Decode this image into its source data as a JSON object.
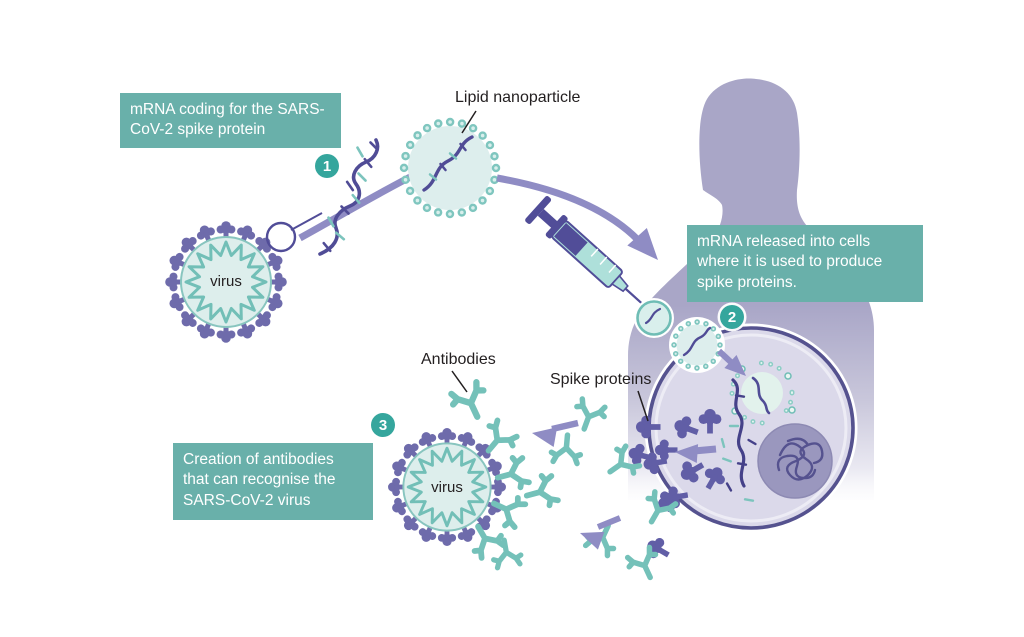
{
  "diagram": {
    "subject": "mRNA vaccine mechanism for SARS-CoV-2",
    "steps": [
      {
        "number": "1",
        "text": "mRNA coding for the SARS-CoV-2 spike protein"
      },
      {
        "number": "2",
        "text": "mRNA released into cells where it is used to produce spike proteins."
      },
      {
        "number": "3",
        "text": "Creation of antibodies that can recognise the SARS-CoV-2 virus"
      }
    ],
    "labels": {
      "lipid_nanoparticle": "Lipid nanoparticle",
      "antibodies": "Antibodies",
      "spike_proteins": "Spike proteins",
      "virus1": "virus",
      "virus2": "virus"
    },
    "colors": {
      "callout_teal": "#69b0aa",
      "badge_teal": "#35a69d",
      "antibody_teal": "#74c1b9",
      "virus_membrane_teal": "#72bfb7",
      "virus_fill": "#ddeeec",
      "spike_purple": "#6e6bab",
      "dark_purple": "#514d98",
      "arrow_purple": "#8f8cc4",
      "body_silhouette": "#a9a6c7",
      "cell_fill": "#dbd9ea",
      "nucleus_fill": "#9a97be",
      "label_black": "#231f20"
    }
  }
}
